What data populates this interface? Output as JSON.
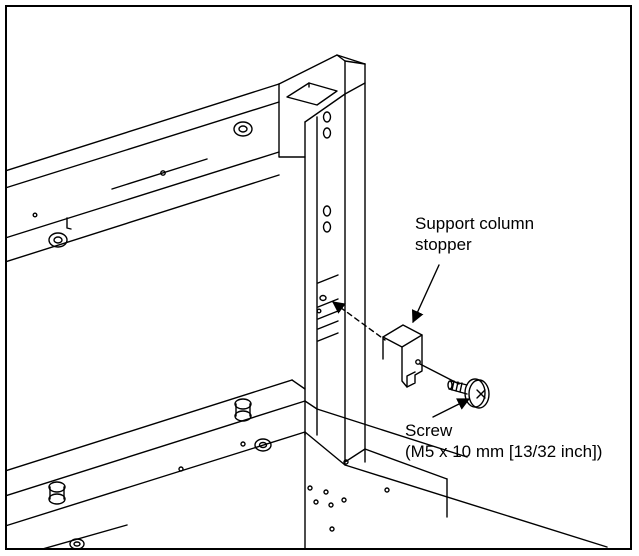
{
  "callouts": {
    "stopper": {
      "line1": "Support column",
      "line2": "stopper"
    },
    "screw": {
      "line1": "Screw",
      "line2": "(M5 x 10 mm [13/32 inch])"
    }
  },
  "colors": {
    "line": "#000000",
    "background": "#ffffff"
  },
  "icons": [
    "rack-frame-illustration",
    "support-column-stopper-part",
    "screw-part",
    "callout-arrow"
  ]
}
